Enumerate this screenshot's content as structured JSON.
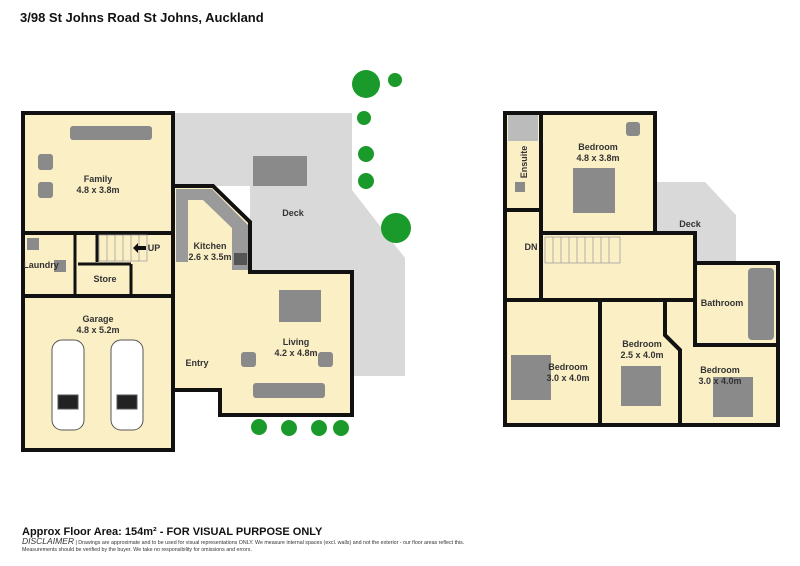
{
  "header": {
    "address": "3/98 St Johns Road St Johns, Auckland"
  },
  "ground_floor": {
    "rooms": {
      "family": {
        "name": "Family",
        "size": "4.8 x 3.8m"
      },
      "kitchen": {
        "name": "Kitchen",
        "size": "2.6 x 3.5m"
      },
      "laundry": {
        "name": "Laundry"
      },
      "store": {
        "name": "Store"
      },
      "garage": {
        "name": "Garage",
        "size": "4.8 x 5.2m"
      },
      "living": {
        "name": "Living",
        "size": "4.2 x 4.8m"
      },
      "entry": {
        "name": "Entry"
      },
      "deck": {
        "name": "Deck"
      }
    },
    "stairs_label": "UP"
  },
  "first_floor": {
    "rooms": {
      "ensuite": {
        "name": "Ensuite"
      },
      "bedroom_main": {
        "name": "Bedroom",
        "size": "4.8 x 3.8m"
      },
      "deck": {
        "name": "Deck"
      },
      "bathroom": {
        "name": "Bathroom"
      },
      "bedroom_left": {
        "name": "Bedroom",
        "size": "3.0 x 4.0m"
      },
      "bedroom_mid": {
        "name": "Bedroom",
        "size": "2.5 x 4.0m"
      },
      "bedroom_right": {
        "name": "Bedroom",
        "size": "3.0 x 4.0m"
      }
    },
    "stairs_label": "DN"
  },
  "footer": {
    "area": "Approx Floor Area: 154m² - FOR VISUAL PURPOSE ONLY",
    "disclaimer_title": "DISCLAIMER",
    "disclaimer_text": "| Drawings are approximate and to be used for visual representations ONLY. We measure internal spaces (excl. walls) and not the exterior - our floor areas reflect this. Measurements should be verified by the buyer. We take no responsibility for omissions and errors."
  },
  "colors": {
    "floor": "#fbefc6",
    "deck": "#d9d9d9",
    "wall": "#111111",
    "furniture": "#8a8a8a",
    "tree": "#1a9a2a"
  }
}
